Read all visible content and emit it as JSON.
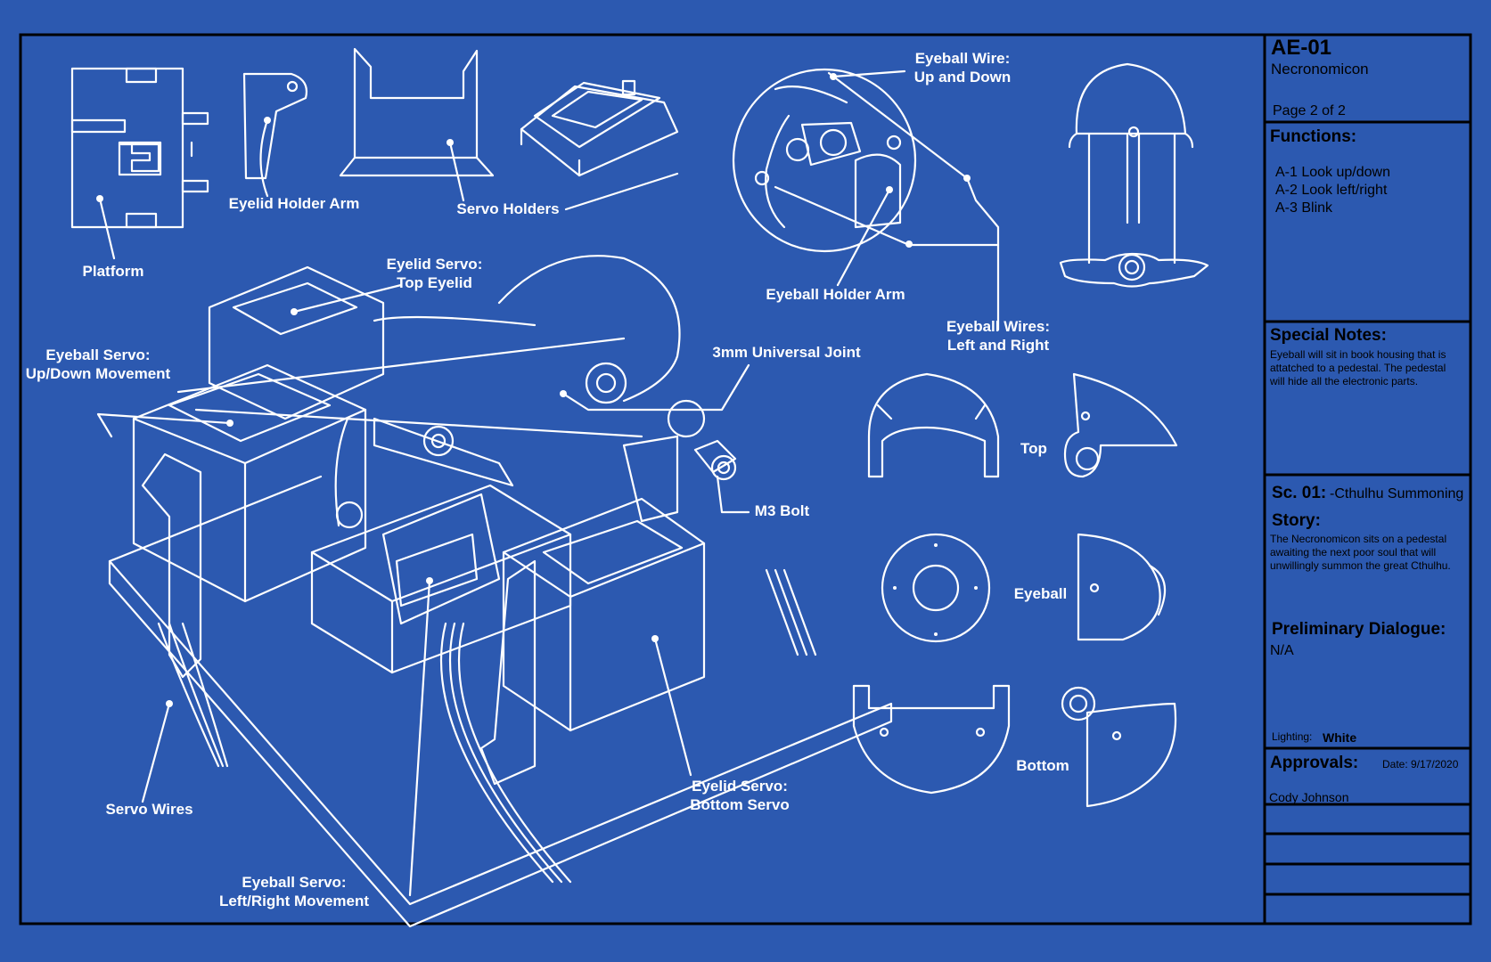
{
  "title_block": {
    "code": "AE-01",
    "name": "Necronomicon",
    "page": "Page 2 of 2",
    "functions_heading": "Functions:",
    "functions": [
      "A-1 Look up/down",
      "A-2 Look left/right",
      "A-3 Blink"
    ],
    "special_notes_heading": "Special Notes:",
    "special_notes": "Eyeball will sit in book housing that is attatched to a pedestal. The pedestal will hide all the electronic parts.",
    "scene_label": "Sc. 01:",
    "scene_value": "-Cthulhu Summoning",
    "story_heading": "Story:",
    "story": "The Necronomicon sits on a pedestal awaiting the next poor soul that will unwillingly summon the great Cthulhu.",
    "dialogue_heading": "Preliminary Dialogue:",
    "dialogue": "N/A",
    "lighting_label": "Lighting:",
    "lighting_value": "White",
    "approvals_heading": "Approvals:",
    "date": "Date: 9/17/2020",
    "approver": "Cody Johnson"
  },
  "labels": {
    "platform": "Platform",
    "eyelid_holder_arm": "Eyelid Holder Arm",
    "servo_holders": "Servo Holders",
    "eyeball_wire_up_down": [
      "Eyeball Wire:",
      "Up and Down"
    ],
    "eyeball_holder_arm": "Eyeball Holder Arm",
    "eyeball_wires_left_right": [
      "Eyeball Wires:",
      "Left and Right"
    ],
    "eyelid_servo_top": [
      "Eyelid Servo:",
      "Top Eyelid"
    ],
    "eyeball_servo_updown": [
      "Eyeball Servo:",
      "Up/Down Movement"
    ],
    "universal_joint": "3mm Universal Joint",
    "m3_bolt": "M3 Bolt",
    "servo_wires": "Servo Wires",
    "eyelid_servo_bottom": [
      "Eyelid Servo:",
      "Bottom Servo"
    ],
    "eyeball_servo_leftright": [
      "Eyeball Servo:",
      "Left/Right Movement"
    ],
    "top": "Top",
    "eyeball": "Eyeball",
    "bottom": "Bottom"
  },
  "colors": {
    "blueprint_background": "#2c59b0",
    "line": "#ffffff",
    "frame": "#000000"
  }
}
